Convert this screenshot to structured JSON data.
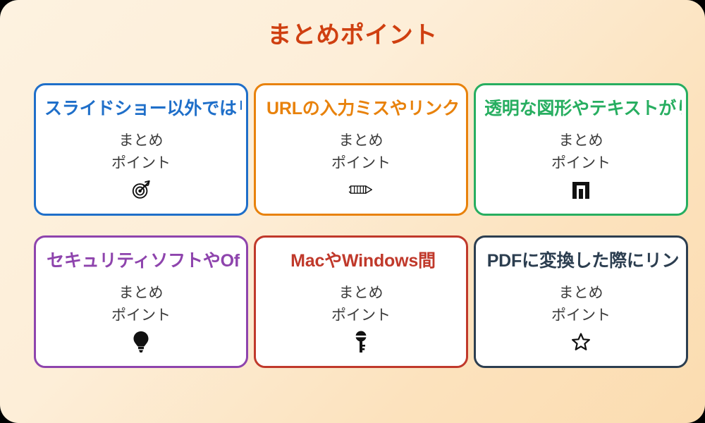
{
  "slide": {
    "title": "まとめポイント",
    "title_color": "#cf3f10",
    "background_from": "#fdf2e0",
    "background_to": "#fbdcb0"
  },
  "cards": [
    {
      "heading": "スライドショー以外ではリ",
      "body": "まとめ\nポイント",
      "icon": "dart-target-icon",
      "color": "#1f6fc9"
    },
    {
      "heading": "URLの入力ミスやリンク",
      "body": "まとめ\nポイント",
      "icon": "pencil-icon",
      "color": "#e8820c"
    },
    {
      "heading": "透明な図形やテキストがり",
      "body": "まとめ\nポイント",
      "icon": "bar-chart-icon",
      "color": "#27ae60"
    },
    {
      "heading": "セキュリティソフトやOf",
      "body": "まとめ\nポイント",
      "icon": "light-bulb-icon",
      "color": "#8e44ad"
    },
    {
      "heading": "MacやWindows間",
      "body": "まとめ\nポイント",
      "icon": "key-icon",
      "color": "#c0392b"
    },
    {
      "heading": "PDFに変換した際にリン",
      "body": "まとめ\nポイント",
      "icon": "star-icon",
      "color": "#2c3e50"
    }
  ]
}
